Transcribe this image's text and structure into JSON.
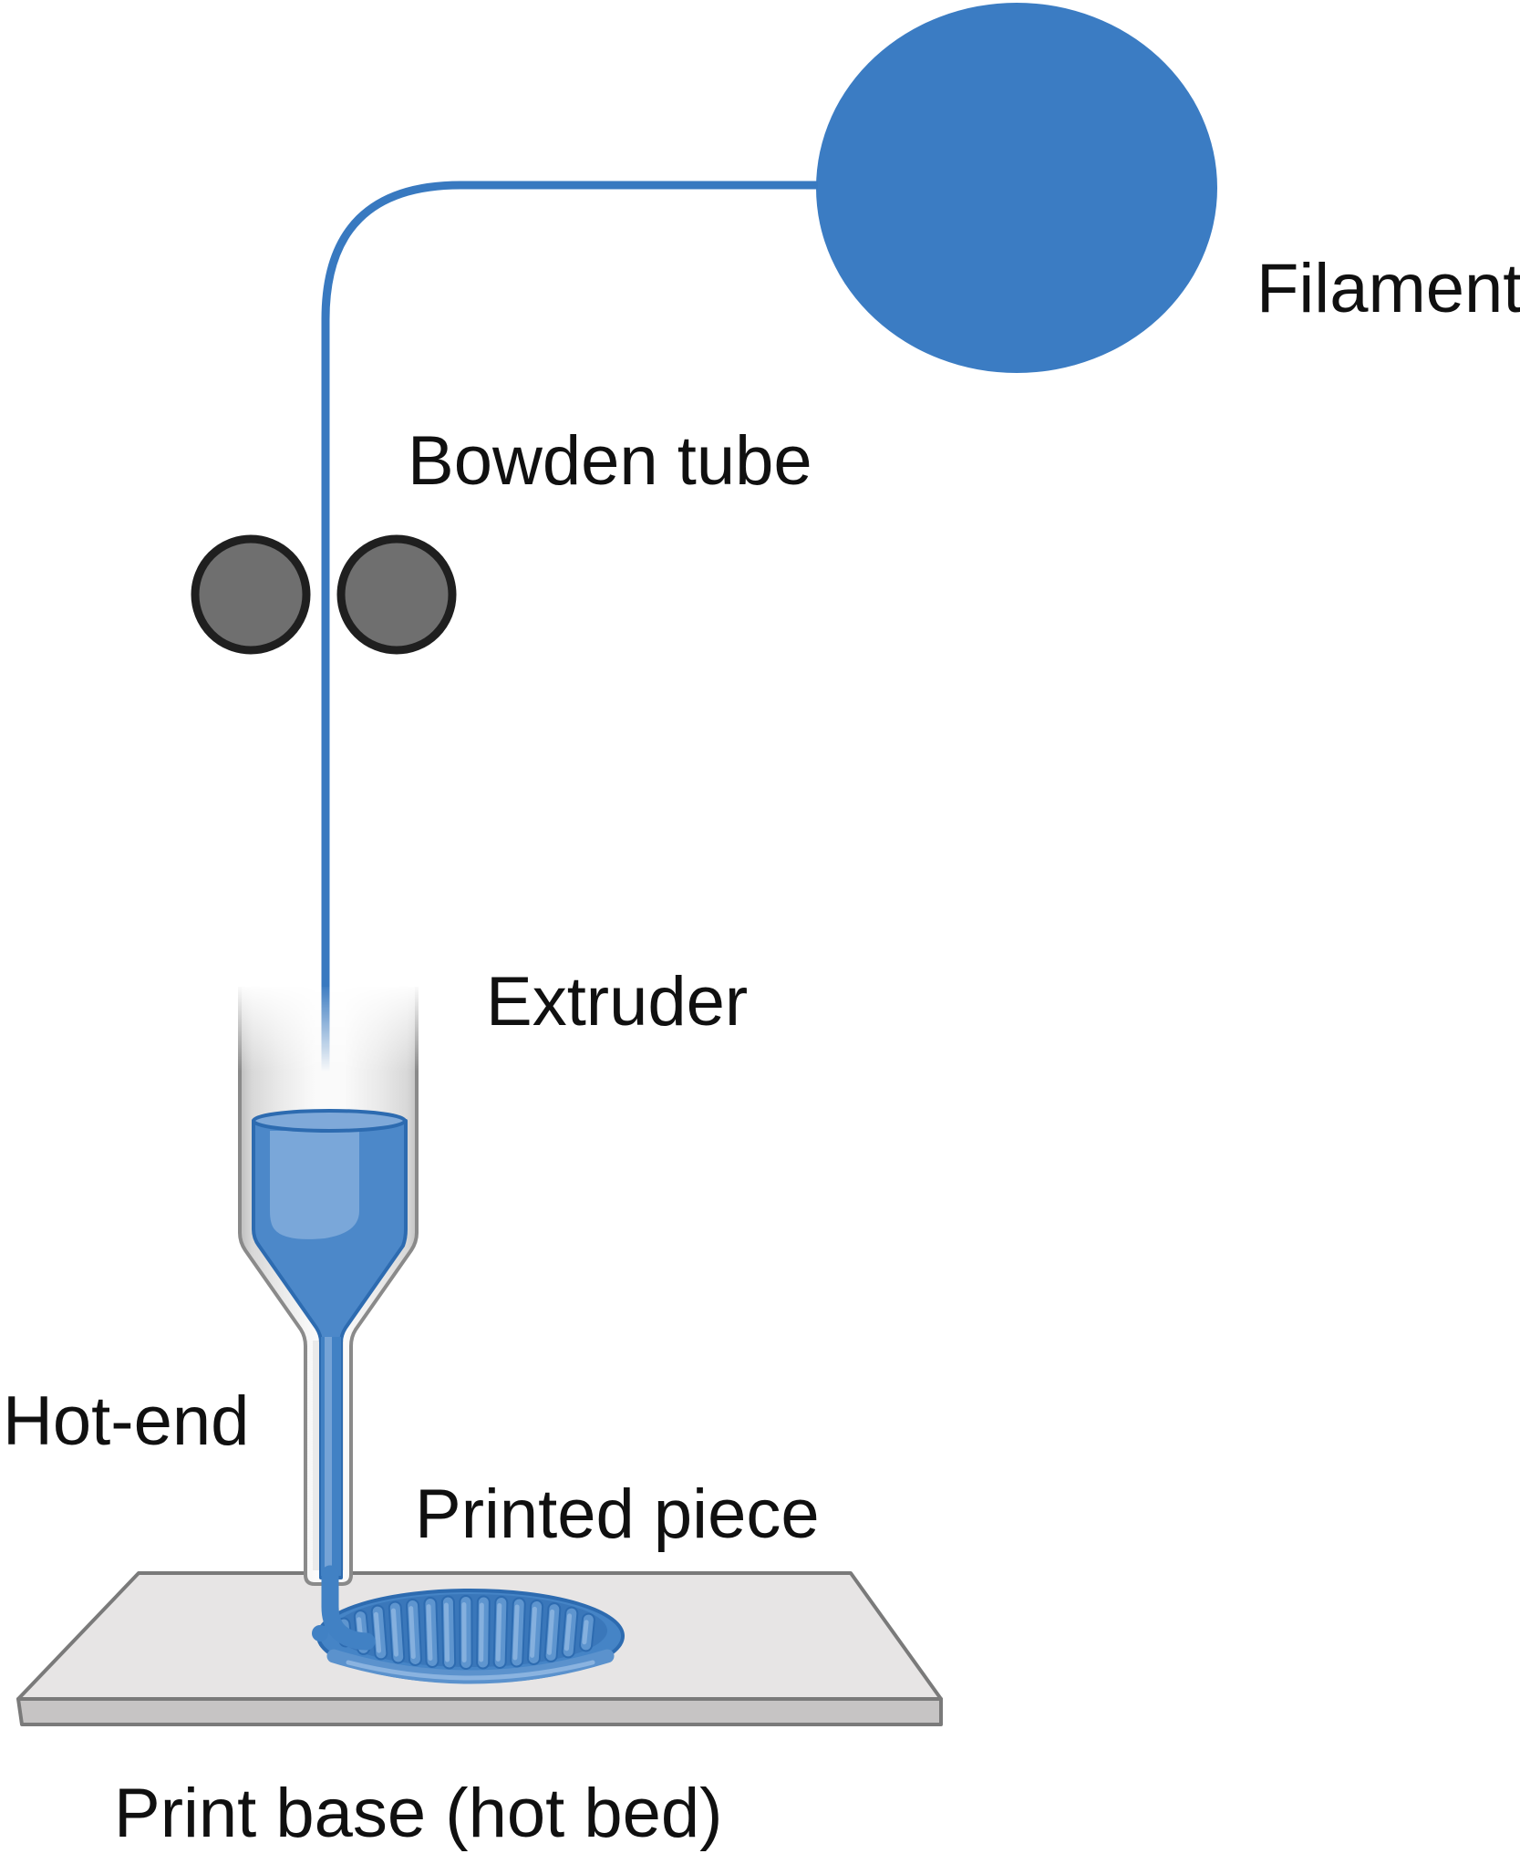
{
  "figure": {
    "type": "diagram",
    "subject": "Bowden-style FDM 3D printer extrusion system"
  },
  "labels": {
    "filament": "Filament",
    "bowden_tube": "Bowden tube",
    "extruder": "Extruder",
    "hot_end": "Hot-end",
    "printed_piece": "Printed piece",
    "print_base": "Print base (hot bed)"
  },
  "colors": {
    "filament_blue": "#3b7cc3",
    "tube_blue": "#3879c0",
    "outline_blue": "#2d6bb0",
    "cup_blue": "#4c88c9",
    "light_blue": "#7fa9d9",
    "rib_blue": "#5e95cf",
    "rib_highlight": "#8ab3e0",
    "disc_base": "#4584c6",
    "disc_inner": "#3a77ba",
    "roller_gray": "#6f6f6f",
    "roller_outline": "#1f1f1f",
    "metal_outline": "#8a8a8a",
    "bed_top": "#e7e5e5",
    "bed_front": "#c6c4c4",
    "bed_outline": "#7a7a7a",
    "text": "#101010",
    "background": "#ffffff"
  }
}
